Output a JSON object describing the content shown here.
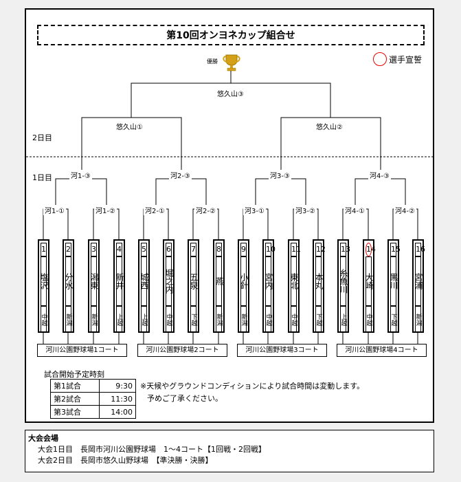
{
  "title": "第10回オンヨネカップ組合せ",
  "champion_label": "優勝",
  "oath_label": "選手宣誓",
  "day2_label": "2日目",
  "day1_label": "1日目",
  "final_label": "悠久山③",
  "semi_labels": [
    "悠久山①",
    "悠久山②"
  ],
  "round2_labels": [
    "河1-③",
    "河2-③",
    "河3-③",
    "河4-③"
  ],
  "round1_labels": [
    "河1-①",
    "河1-②",
    "河2-①",
    "河2-②",
    "河3-①",
    "河3-②",
    "河4-①",
    "河4-②"
  ],
  "teams": [
    {
      "num": "1",
      "name": "塩沢",
      "area": "中越"
    },
    {
      "num": "2",
      "name": "分水",
      "area": "新潟"
    },
    {
      "num": "3",
      "name": "潟東",
      "area": "新潟"
    },
    {
      "num": "4",
      "name": "新井",
      "area": "上越"
    },
    {
      "num": "5",
      "name": "城西",
      "area": "上越"
    },
    {
      "num": "6",
      "name": "堀之内",
      "area": "中越"
    },
    {
      "num": "7",
      "name": "五泉",
      "area": "下越"
    },
    {
      "num": "8",
      "name": "燕",
      "area": "新潟"
    },
    {
      "num": "9",
      "name": "小針",
      "area": "新潟"
    },
    {
      "num": "10",
      "name": "宮内",
      "area": "中越"
    },
    {
      "num": "11",
      "name": "東北",
      "area": "中越"
    },
    {
      "num": "12",
      "name": "本丸",
      "area": "下越"
    },
    {
      "num": "13",
      "name": "糸魚川",
      "area": "上越"
    },
    {
      "num": "14",
      "name": "大崎",
      "area": "中越"
    },
    {
      "num": "15",
      "name": "黒川",
      "area": "下越"
    },
    {
      "num": "16",
      "name": "宮浦",
      "area": "新潟"
    }
  ],
  "courts": [
    "河川公園野球場1コート",
    "河川公園野球場2コート",
    "河川公園野球場3コート",
    "河川公園野球場4コート"
  ],
  "schedule": {
    "title": "試合開始予定時刻",
    "rows": [
      {
        "game": "第1試合",
        "time": "9:30"
      },
      {
        "game": "第2試合",
        "time": "11:30"
      },
      {
        "game": "第3試合",
        "time": "14:00"
      }
    ]
  },
  "notes": [
    "※天候やグラウンドコンディションにより試合時間は変動します。",
    "予めご了承ください。"
  ],
  "venue": {
    "title": "大会会場",
    "lines": [
      "大会1日目　長岡市河川公園野球場　1～4コート【1回戦・2回戦】",
      "大会2日目　長岡市悠久山野球場　【準決勝・決勝】"
    ]
  },
  "colors": {
    "oath_marker": "#e00000",
    "trophy": "#d4a017",
    "background": "#f0f0f0"
  }
}
